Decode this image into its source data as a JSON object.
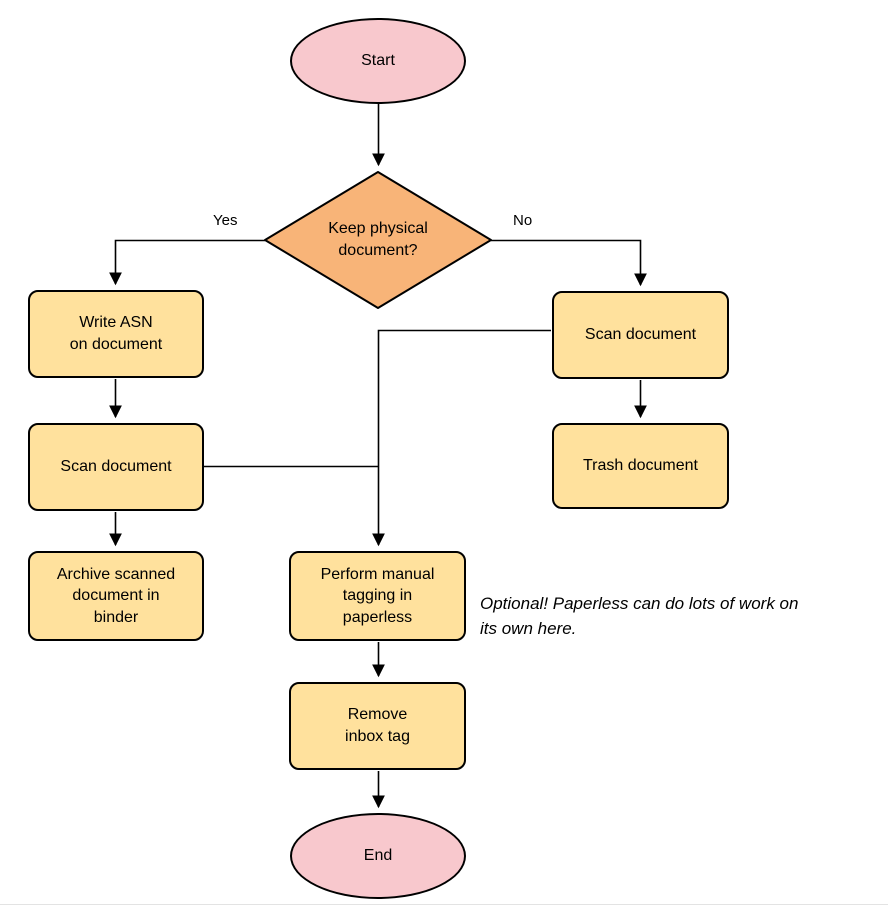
{
  "diagram": {
    "nodes": {
      "start": {
        "label": "Start",
        "type": "terminal"
      },
      "decision": {
        "label": "Keep physical\ndocument?",
        "type": "decision"
      },
      "write_asn": {
        "label": "Write ASN\non document",
        "type": "process"
      },
      "scan_left": {
        "label": "Scan document",
        "type": "process"
      },
      "archive": {
        "label": "Archive scanned\ndocument in\nbinder",
        "type": "process"
      },
      "scan_right": {
        "label": "Scan document",
        "type": "process"
      },
      "trash": {
        "label": "Trash document",
        "type": "process"
      },
      "tagging": {
        "label": "Perform manual\ntagging in\npaperless",
        "type": "process"
      },
      "remove_inbox": {
        "label": "Remove\ninbox tag",
        "type": "process"
      },
      "end": {
        "label": "End",
        "type": "terminal"
      }
    },
    "edge_labels": {
      "yes": "Yes",
      "no": "No"
    },
    "annotation": "Optional! Paperless can do lots of work on\nits own here.",
    "colors": {
      "terminal_fill": "#f8c8cd",
      "decision_fill": "#f8b478",
      "process_fill": "#ffe19d",
      "stroke": "#000000"
    }
  }
}
